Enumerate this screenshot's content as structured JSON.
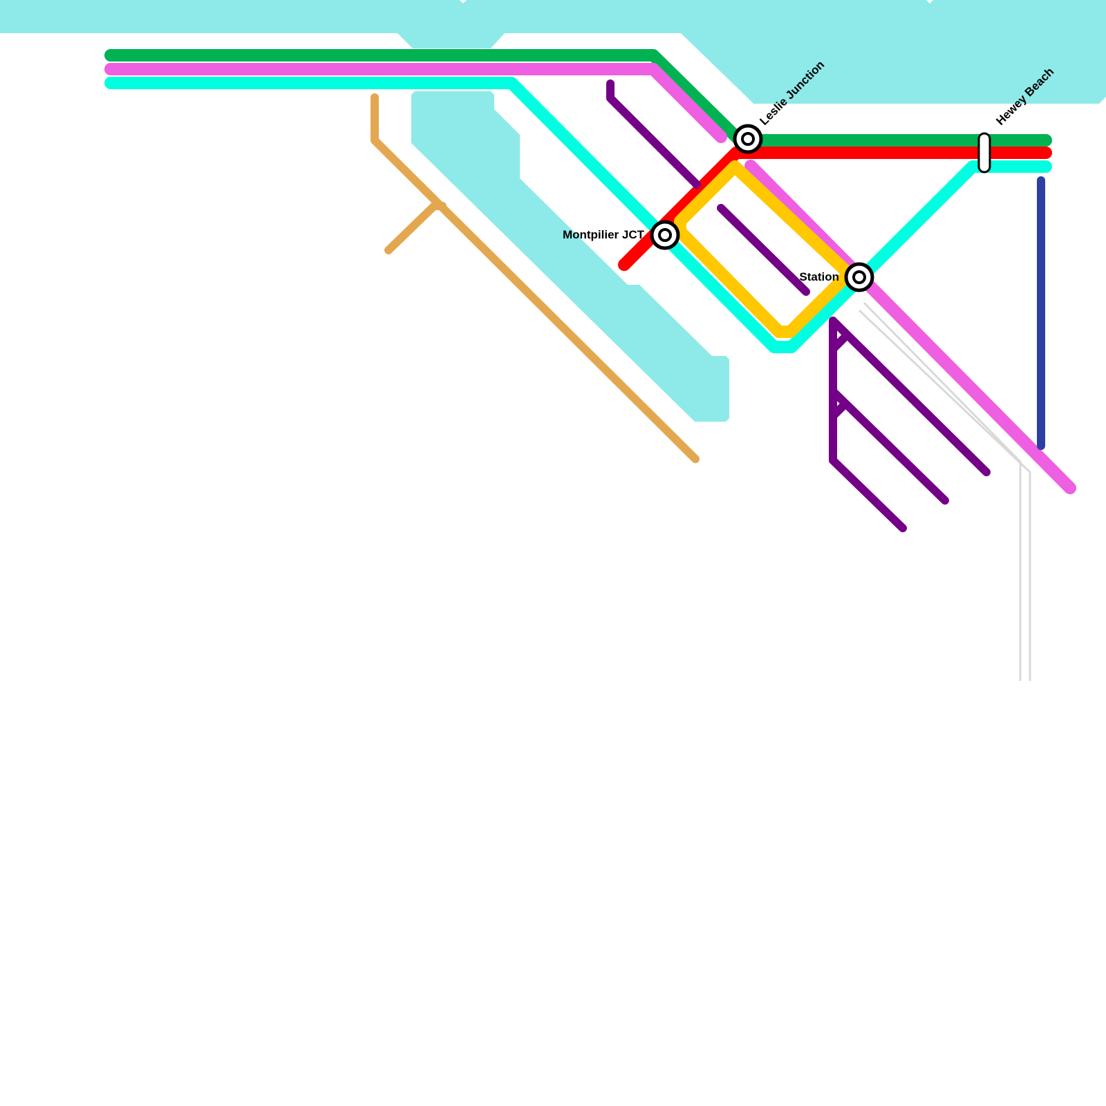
{
  "map": {
    "background": "#ffffff",
    "water_color": "#8eeae8",
    "lines": [
      {
        "id": "green",
        "color": "#00b251"
      },
      {
        "id": "pink",
        "color": "#ee5fe1"
      },
      {
        "id": "cyan",
        "color": "#00ffe0"
      },
      {
        "id": "red",
        "color": "#ff0000"
      },
      {
        "id": "yellow",
        "color": "#ffc800"
      },
      {
        "id": "orange",
        "color": "#e3a84f"
      },
      {
        "id": "purple",
        "color": "#730086"
      },
      {
        "id": "blue",
        "color": "#2e3fa3"
      },
      {
        "id": "grey-track",
        "color": "#d9d9d9"
      }
    ],
    "stations": [
      {
        "id": "leslie",
        "name": "Leslie Junction",
        "type": "interchange"
      },
      {
        "id": "montpilier",
        "name": "Montpilier JCT",
        "type": "interchange"
      },
      {
        "id": "station",
        "name": "Station",
        "type": "interchange"
      },
      {
        "id": "hewey",
        "name": "Hewey Beach",
        "type": "stop"
      }
    ]
  }
}
